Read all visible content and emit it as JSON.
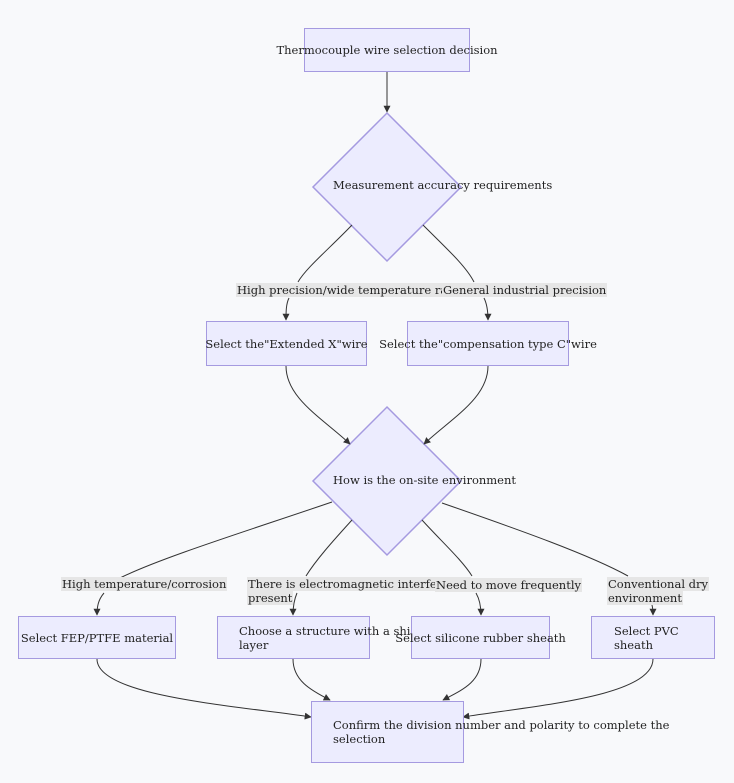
{
  "nodes": {
    "start": "Thermocouple wire selection decision",
    "accuracy": "Measurement accuracy requirements",
    "extended": "Select the\"Extended X\"wire",
    "compensation": "Select the\"compensation type C\"wire",
    "environment": "How is the on-site environment",
    "fep": "Select FEP/PTFE material",
    "shield_line1": "Choose a structure with a shielding",
    "shield_line2": "layer",
    "silicone": "Select silicone rubber sheath",
    "pvc_line1": "Select PVC",
    "pvc_line2": "sheath",
    "confirm_line1": "Confirm the division number and polarity to complete the",
    "confirm_line2": "selection"
  },
  "edge_labels": {
    "high_precision": "High precision/wide temperature range",
    "general": "General industrial precision",
    "high_temp": "High temperature/corrosion",
    "emi_line1": "There is electromagnetic interference",
    "emi_line2": "present",
    "move": "Need to move frequently",
    "dry_line1": "Conventional dry",
    "dry_line2": "environment"
  },
  "colors": {
    "node_fill": "#ececfe",
    "node_border": "#a59ae0",
    "edge": "#333333",
    "label_bg": "#e6e6e6"
  }
}
